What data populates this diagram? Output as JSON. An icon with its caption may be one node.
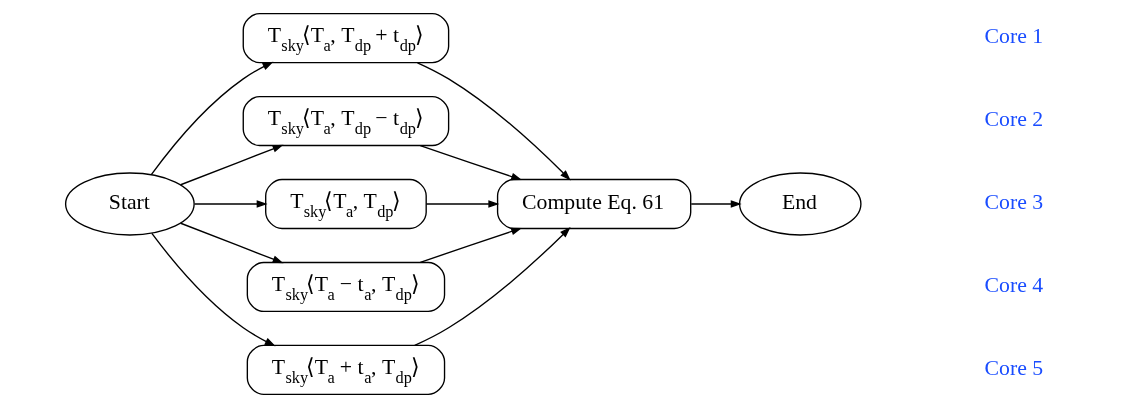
{
  "diagram": {
    "nodes": [
      {
        "text": [
          "Start"
        ]
      },
      {
        "text": [
          "T$_{sky}$⟨T$_{a}$, T$_{dp}$ + t$_{dp}$⟩"
        ]
      },
      {
        "text": [
          "T$_{sky}$⟨T$_{a}$, T$_{dp}$ − t$_{dp}$⟩"
        ]
      },
      {
        "text": [
          "T$_{sky}$⟨T$_{a}$, T$_{dp}$⟩"
        ]
      },
      {
        "text": [
          "T$_{sky}$⟨T$_{a}$ − t$_{a}$, T$_{dp}$⟩"
        ]
      },
      {
        "text": [
          "T$_{sky}$⟨T$_{a}$ + t$_{a}$, T$_{dp}$⟩"
        ]
      },
      {
        "text": [
          "Compute Eq. 61"
        ]
      },
      {
        "text": [
          "End"
        ]
      }
    ],
    "edges": [
      {
        "from": 0,
        "to": 1,
        "arrow": "to"
      },
      {
        "from": 0,
        "to": 2,
        "arrow": "to"
      },
      {
        "from": 0,
        "to": 3,
        "arrow": "to"
      },
      {
        "from": 0,
        "to": 4,
        "arrow": "to"
      },
      {
        "from": 0,
        "to": 5,
        "arrow": "to"
      },
      {
        "from": 1,
        "to": 6,
        "arrow": "to"
      },
      {
        "from": 2,
        "to": 6,
        "arrow": "to"
      },
      {
        "from": 3,
        "to": 6,
        "arrow": "to"
      },
      {
        "from": 4,
        "to": 6,
        "arrow": "to"
      },
      {
        "from": 5,
        "to": 6,
        "arrow": "to"
      },
      {
        "from": 6,
        "to": 7,
        "arrow": "to"
      }
    ],
    "labels": [
      "Core 1",
      "Core 2",
      "Core 3",
      "Core 4",
      "Core 5"
    ]
  }
}
